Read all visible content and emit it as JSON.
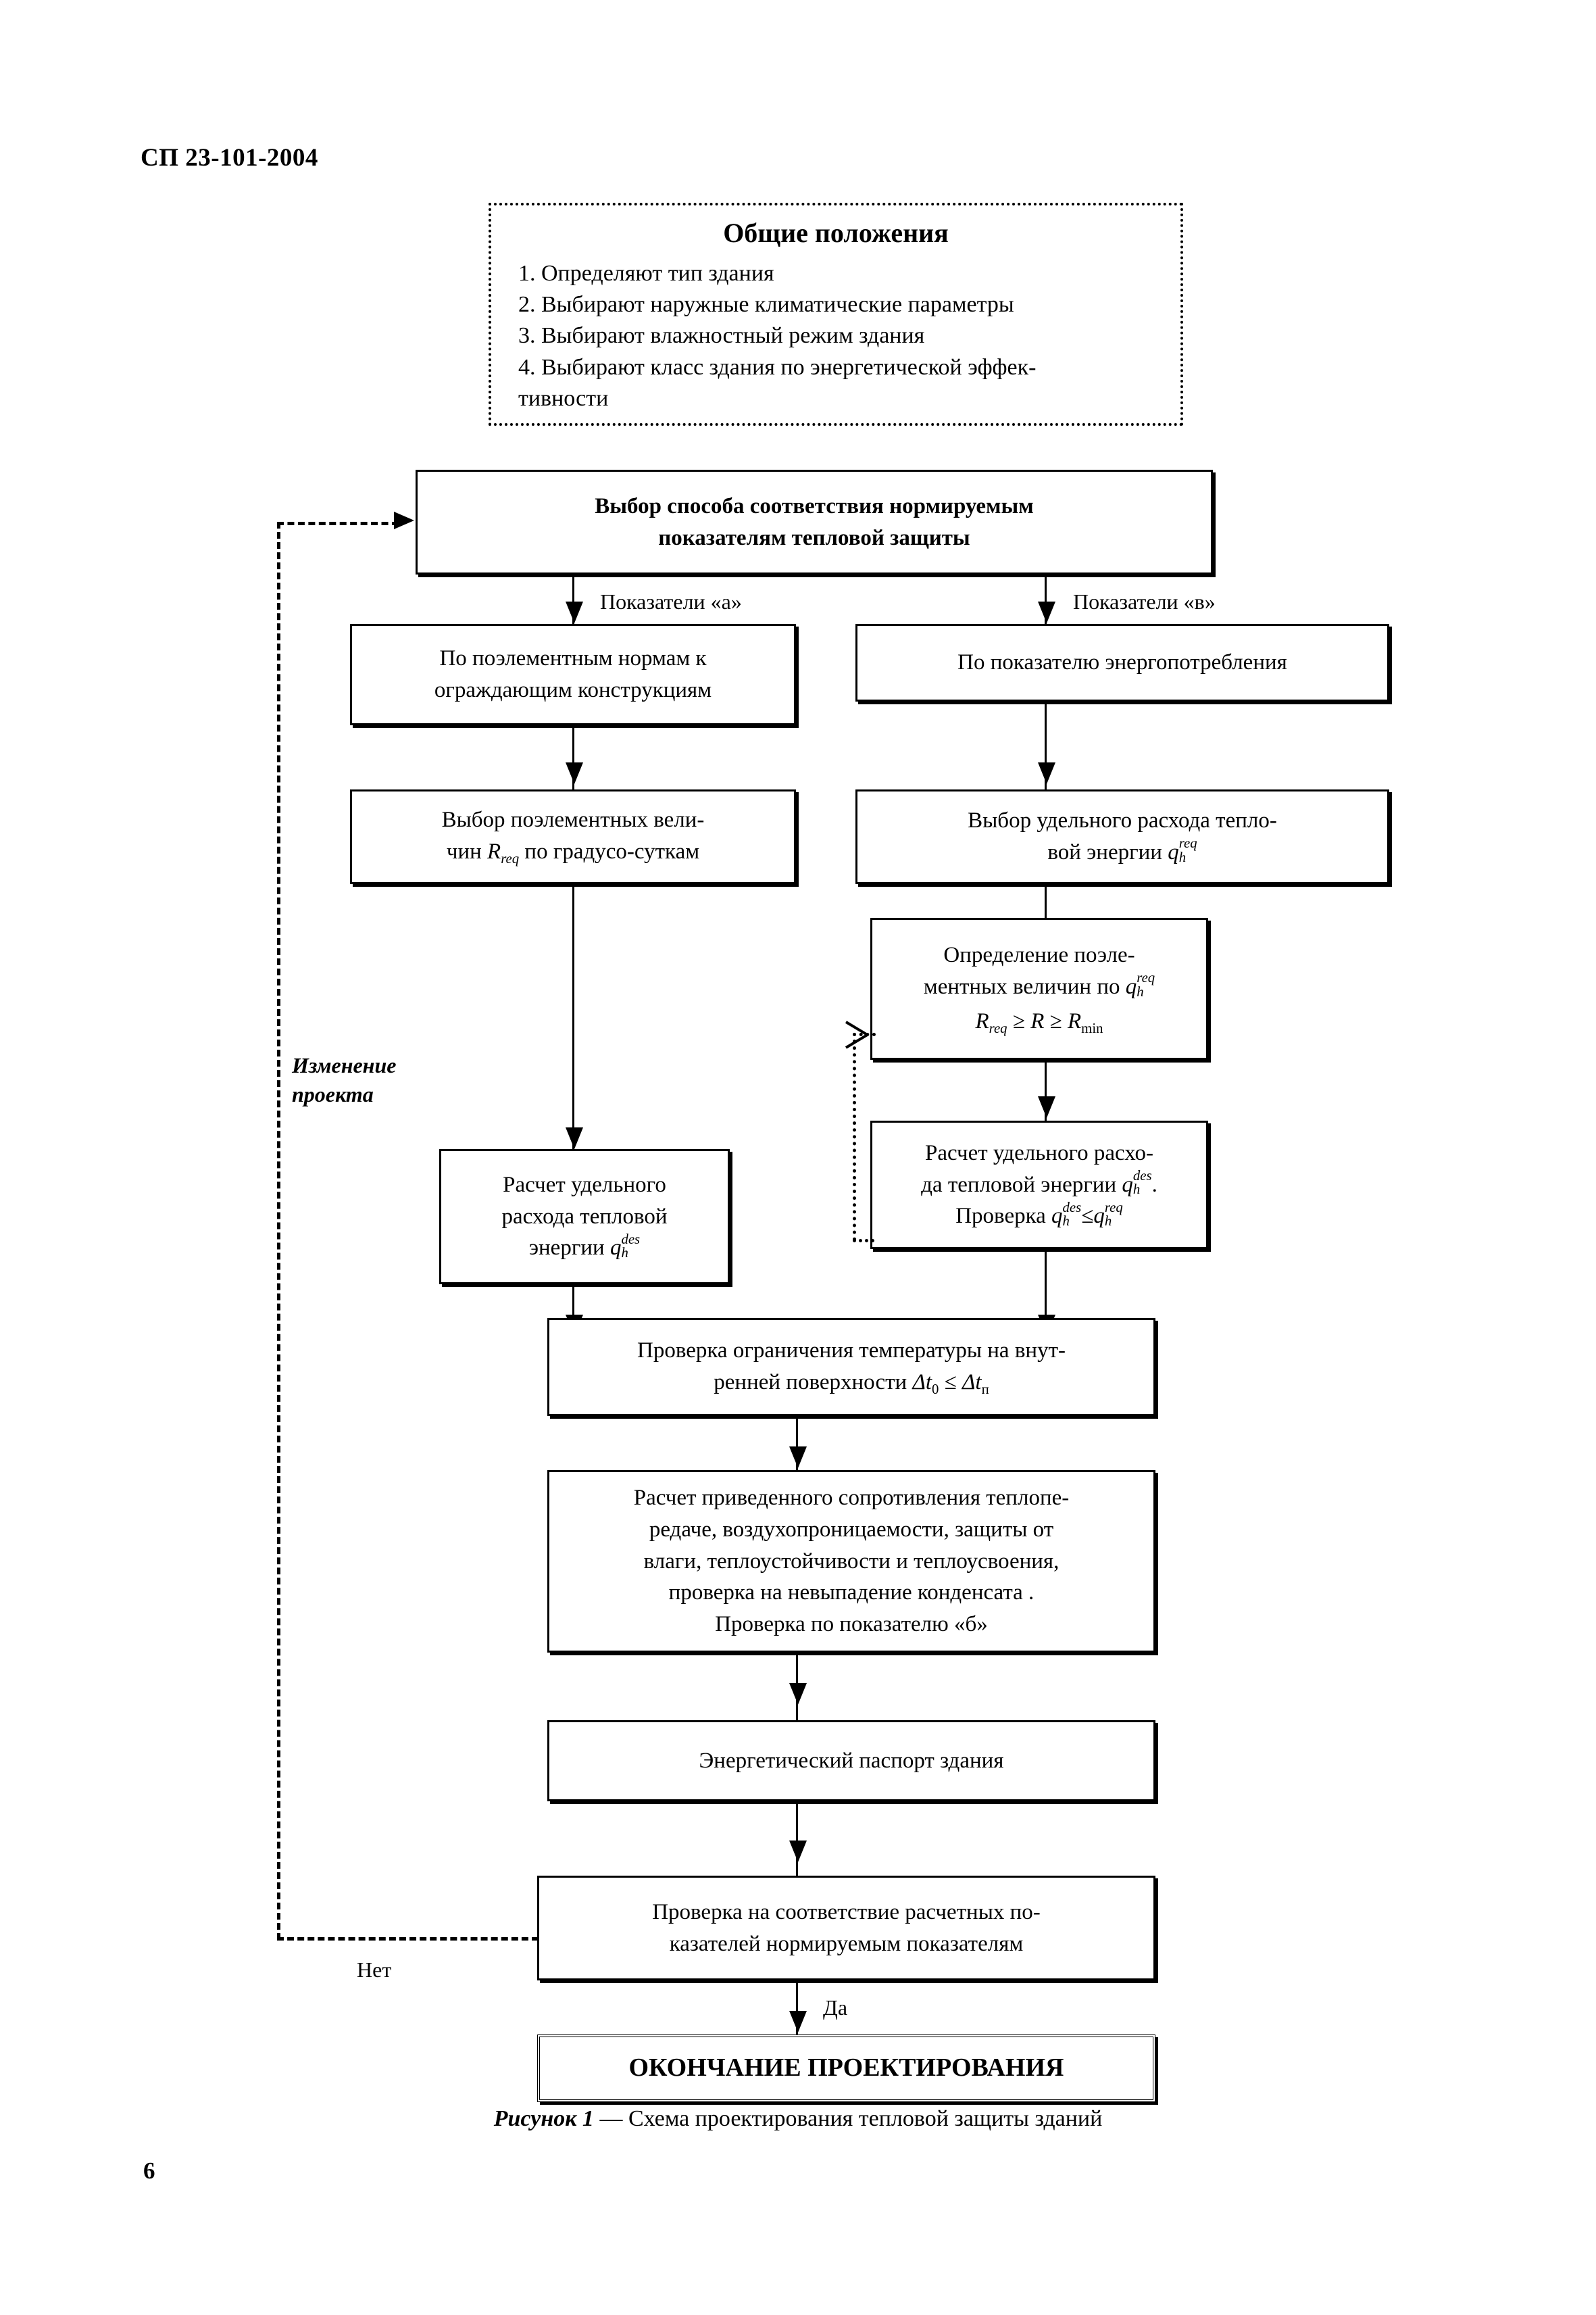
{
  "document": {
    "running_head": "СП 23-101-2004",
    "page_number": "6"
  },
  "figure": {
    "caption_label": "Рисунок 1",
    "caption_dash": "—",
    "caption_text": "Схема проектирования тепловой защиты зданий"
  },
  "flowchart": {
    "general_panel": {
      "title": "Общие положения",
      "items": [
        "1. Определяют тип здания",
        "2. Выбирают наружные климатические параметры",
        "3. Выбирают влажностный режим здания",
        "4. Выбирают класс здания по энергетической эффек-",
        "тивности"
      ]
    },
    "nodes": {
      "method_choice": {
        "line1": "Выбор способа соответствия нормируемым",
        "line2": "показателям тепловой защиты"
      },
      "branch_a": {
        "line1": "По поэлементным нормам к",
        "line2": "ограждающим конструкциям"
      },
      "branch_b": {
        "line1": "По показателю энергопотребления"
      },
      "select_elementwise": {
        "line1": "Выбор поэлементных вели-",
        "line2_pre": "чин ",
        "line2_var": "R",
        "line2_sub": "req",
        "line2_post": " по градусо-суткам"
      },
      "select_energy": {
        "line1": "Выбор удельного расхода тепло-",
        "line2_pre": "вой энергии ",
        "line2_var": "q",
        "line2_sub": "h",
        "line2_sup": "req"
      },
      "determine_elementwise": {
        "line1": "Определение поэле-",
        "line2_pre": "ментных величин по ",
        "line2_var": "q",
        "line2_sub": "h",
        "line2_sup": "req",
        "line3_v1": "R",
        "line3_s1": "req",
        "line3_op1": "≥",
        "line3_v2": "R",
        "line3_op2": "≥",
        "line3_v3": "R",
        "line3_s3": "min"
      },
      "calc_energy_left": {
        "line1": "Расчет удельного",
        "line2": "расхода тепловой",
        "line3_pre": "энергии  ",
        "line3_var": "q",
        "line3_sub": "h",
        "line3_sup": "des"
      },
      "calc_energy_right": {
        "line1": "Расчет удельного расхо-",
        "line2_pre": "да тепловой энергии  ",
        "line2_var": "q",
        "line2_sub": "h",
        "line2_sup": "des",
        "line2_post": ".",
        "line3_pre": "Проверка  ",
        "line3_v1": "q",
        "line3_s1": "h",
        "line3_u1": "des",
        "line3_op": "≤",
        "line3_v2": "q",
        "line3_s2": "h",
        "line3_u2": "req"
      },
      "temperature_check": {
        "line1": "Проверка ограничения температуры   на внут-",
        "line2_pre": "ренней поверхности  ",
        "line2_d1": "Δt",
        "line2_s1": "0",
        "line2_op": "≤",
        "line2_d2": "Δt",
        "line2_s2": "п"
      },
      "detailed_calc": {
        "line1": "Расчет приведенного сопротивления теплопе-",
        "line2": "редаче, воздухопроницаемости, защиты от",
        "line3": "влаги, теплоустойчивости и теплоусвоения,",
        "line4": "проверка на невыпадение конденсата .",
        "line5": "Проверка по показателю «б»"
      },
      "energy_passport": {
        "line1": "Энергетический паспорт здания"
      },
      "compliance_check": {
        "line1": "Проверка на соответствие расчетных по-",
        "line2": "казателей нормируемым показателям"
      },
      "end_terminator": {
        "line1": "ОКОНЧАНИЕ ПРОЕКТИРОВАНИЯ"
      }
    },
    "edge_labels": {
      "indicators_a": "Показатели «а»",
      "indicators_b": "Показатели «в»",
      "redesign_line1": "Изменение",
      "redesign_line2": "проекта",
      "no": "Нет",
      "yes": "Да"
    }
  }
}
